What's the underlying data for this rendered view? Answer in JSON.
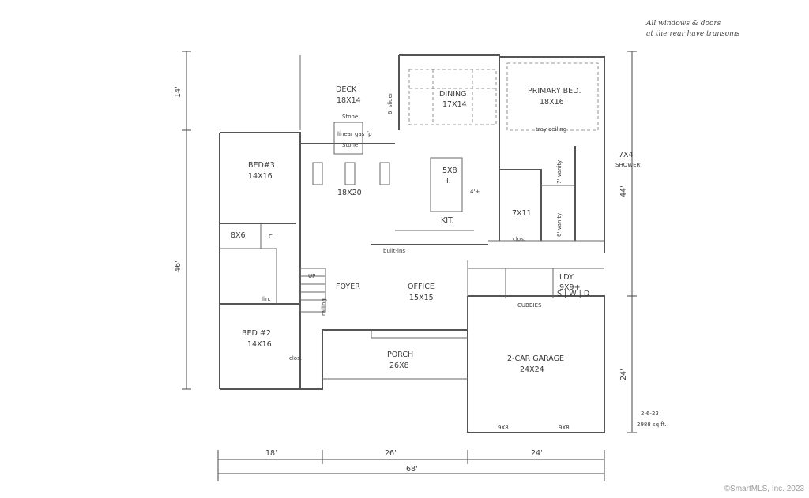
{
  "note": {
    "line1": "All windows & doors",
    "line2": "at the rear have transoms"
  },
  "rooms": {
    "deck": {
      "name": "DECK",
      "size": "18X14"
    },
    "dining": {
      "name": "DINING",
      "size": "17X14"
    },
    "primary_bed": {
      "name": "PRIMARY BED.",
      "size": "18X16"
    },
    "tray_ceiling": "tray ceiling",
    "shower": {
      "size": "7X4",
      "name": "SHOWER"
    },
    "bed3": {
      "name": "BED#3",
      "size": "14X16"
    },
    "great_room": {
      "size": "18X20"
    },
    "island": {
      "size": "5X8",
      "label": "I."
    },
    "kitchen": "KIT.",
    "bath_size": "8X6",
    "closet": "C.",
    "lin": "lin.",
    "bath2": "7X11",
    "vanity1": "7' vanity",
    "vanity2": "6' vanity",
    "ref": "4'+",
    "closet2": "clos.",
    "closet3": "clos.",
    "builtins": "built-ins",
    "foyer": "FOYER",
    "office": {
      "name": "OFFICE",
      "size": "15X15"
    },
    "laundry": {
      "name": "LDY",
      "size": "9X9+",
      "appliances": "S | W | D"
    },
    "cubbies": "CUBBIES",
    "bed2": {
      "name": "BED #2",
      "size": "14X16"
    },
    "porch": {
      "name": "PORCH",
      "size": "26X8"
    },
    "garage": {
      "name": "2-CAR GARAGE",
      "size": "24X24"
    },
    "garage_door1": "9X8",
    "garage_door2": "9X8",
    "stone": "Stone",
    "stone2": "Stone",
    "fireplace": "linear gas fp",
    "slider": "6' slider",
    "stair_up": "UP",
    "stair_rail": "railing"
  },
  "dimensions": {
    "left_top": "14'",
    "left_main": "46'",
    "right_top": "44'",
    "right_bottom": "24'",
    "bottom_1": "18'",
    "bottom_2": "26'",
    "bottom_3": "24'",
    "bottom_total": "68'"
  },
  "footer": {
    "date": "2-6-23",
    "area": "2988 sq ft."
  },
  "copyright": "©SmartMLS, Inc. 2023"
}
